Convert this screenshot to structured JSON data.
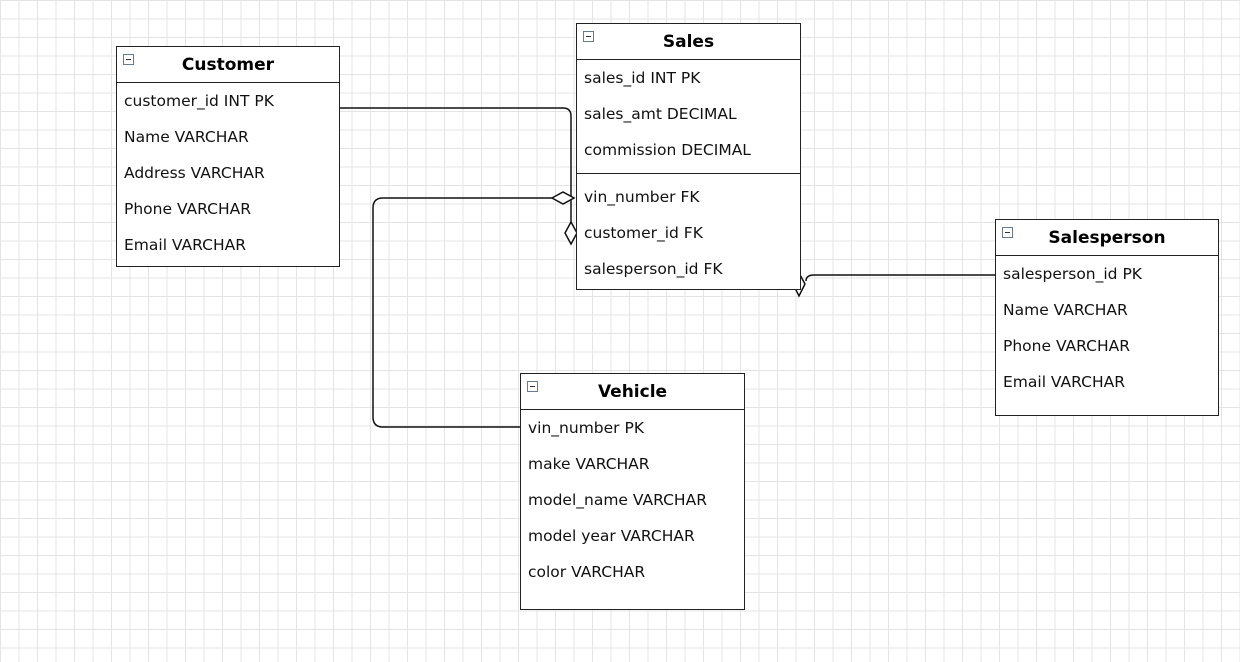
{
  "diagram": {
    "entities": {
      "customer": {
        "title": "Customer",
        "fields": [
          "customer_id INT PK",
          "Name VARCHAR",
          "Address VARCHAR",
          "Phone VARCHAR",
          "Email VARCHAR"
        ]
      },
      "sales": {
        "title": "Sales",
        "fields": [
          "sales_id INT PK",
          "sales_amt DECIMAL",
          "commission DECIMAL"
        ],
        "fk_fields": [
          "vin_number FK",
          "customer_id FK",
          "salesperson_id FK"
        ]
      },
      "salesperson": {
        "title": "Salesperson",
        "fields": [
          "salesperson_id PK",
          "Name VARCHAR",
          "Phone VARCHAR",
          "Email VARCHAR"
        ]
      },
      "vehicle": {
        "title": "Vehicle",
        "fields": [
          "vin_number PK",
          "make VARCHAR",
          "model_name VARCHAR",
          "model year VARCHAR",
          "color VARCHAR"
        ]
      }
    },
    "relationships": [
      {
        "from": "customer.customer_id",
        "to": "sales.customer_id FK",
        "end_marker": "open-diamond"
      },
      {
        "from": "vehicle.vin_number",
        "to": "sales.vin_number FK",
        "end_marker": "open-diamond"
      },
      {
        "from": "salesperson.salesperson_id",
        "to": "sales.salesperson_id FK",
        "end_marker": "open-diamond"
      }
    ]
  }
}
